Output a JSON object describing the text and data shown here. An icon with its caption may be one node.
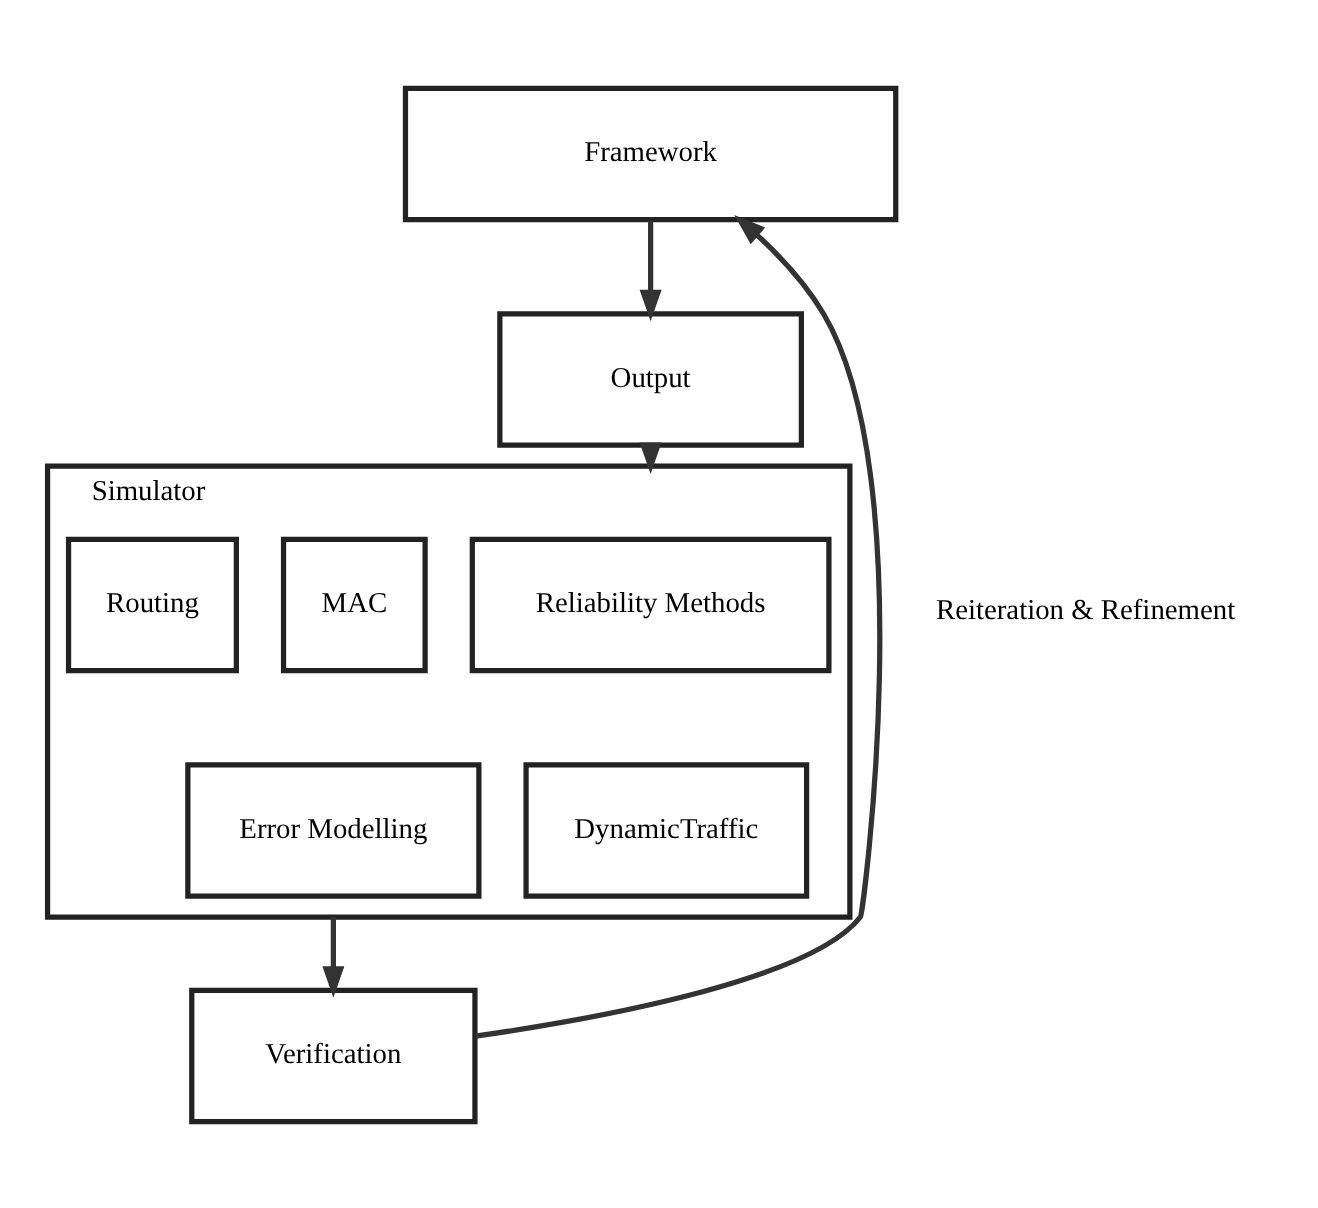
{
  "diagram": {
    "nodes": [
      {
        "text": [
          "Framework"
        ]
      },
      {
        "text": [
          "Output"
        ]
      },
      {
        "text": [
          "Simulator"
        ]
      },
      {
        "text": [
          "Reliability Methods"
        ],
        "in": 2
      },
      {
        "text": [
          "MAC"
        ],
        "in": 2
      },
      {
        "text": [
          "Routing"
        ],
        "in": 2
      },
      {
        "text": [
          "DynamicTraffic"
        ],
        "in": 2
      },
      {
        "text": [
          "Error Modelling"
        ],
        "in": 2
      },
      {
        "text": [
          "Verification"
        ]
      }
    ],
    "edges": [
      {
        "from": 0,
        "to": 1,
        "arrow": "to"
      },
      {
        "from": 1,
        "to": 2,
        "arrow": "to"
      },
      {
        "from": 2,
        "to": 8,
        "arrow": "to"
      },
      {
        "from": 8,
        "to": 0,
        "arrow": "to",
        "label": "Reiteration & Refinement"
      }
    ]
  }
}
